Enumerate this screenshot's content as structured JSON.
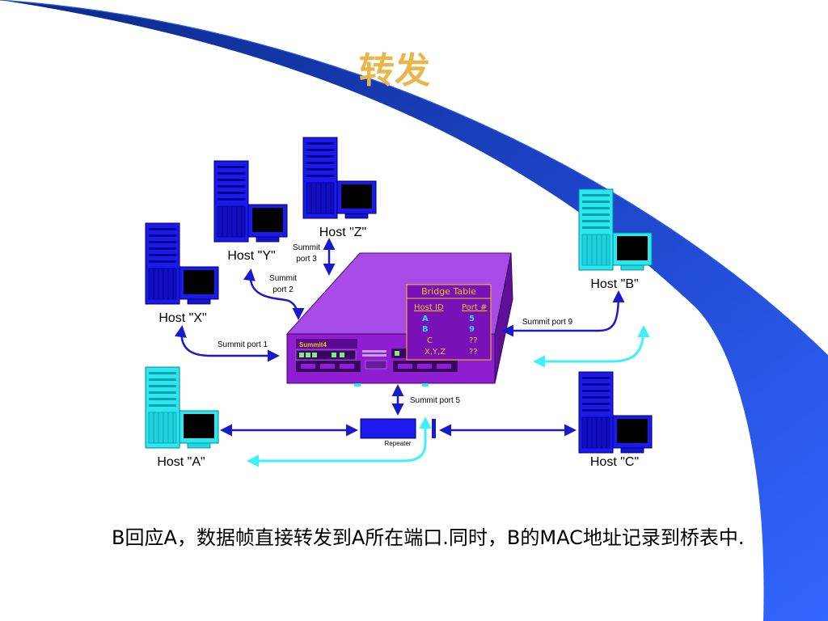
{
  "slide": {
    "title": "转发",
    "caption": "B回应A，数据帧直接转发到A所在端口.同时，B的MAC地址记录到桥表中."
  },
  "hosts": {
    "x": "Host \"X\"",
    "y": "Host \"Y\"",
    "z": "Host \"Z\"",
    "a": "Host \"A\"",
    "b": "Host \"B\"",
    "c": "Host \"C\""
  },
  "ports": {
    "port1": "Summit port 1",
    "port2_line1": "Summit",
    "port2_line2": "port 2",
    "port3_line1": "Summit",
    "port3_line2": "port 3",
    "port5": "Summit port 5",
    "port9": "Summit port 9"
  },
  "switch": {
    "brand": "Summit4"
  },
  "repeater": {
    "label": "Repeater"
  },
  "bridge_table": {
    "title": "Bridge Table",
    "col_host": "Host ID",
    "col_port": "Port #",
    "rows": [
      {
        "host": "A",
        "port": "5"
      },
      {
        "host": "B",
        "port": "9"
      },
      {
        "host": "C",
        "port": "??"
      },
      {
        "host": "X,Y,Z",
        "port": "??"
      }
    ]
  },
  "colors": {
    "blue_host": "#1a1aee",
    "cyan_host": "#2ee6f0",
    "switch_purple": "#8e1ecf",
    "arrow_blue": "#1a1acc",
    "arrow_cyan": "#3ef0f8",
    "title_gold": "#e8b64a",
    "swoosh_blue": "#2d5be8"
  },
  "icons": [
    "server-tower-icon",
    "monitor-icon",
    "repeater-icon"
  ]
}
